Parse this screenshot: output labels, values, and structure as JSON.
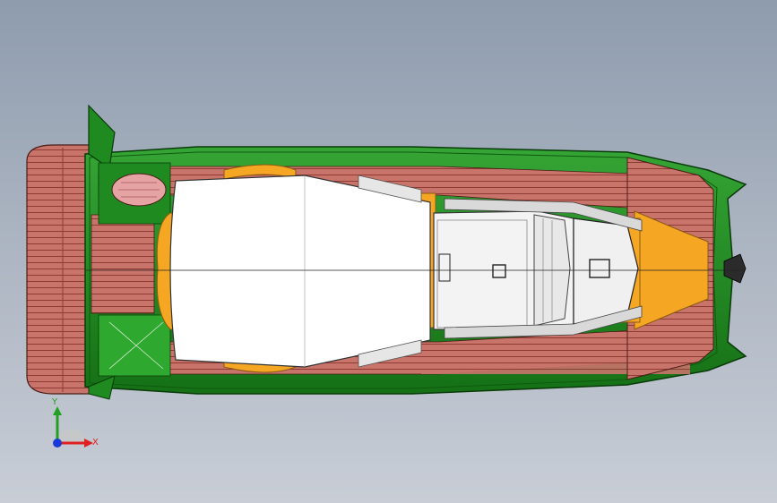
{
  "viewer": {
    "title": "",
    "model": "boat-hull-assembly-top-view"
  },
  "triad": {
    "x_label": "X",
    "y_label": "Y"
  },
  "colors": {
    "hull_green": "#1f8a1f",
    "hull_dark": "#0f5a0f",
    "deck_red": "#c9746a",
    "deck_line": "#8f3b33",
    "cushion_orange": "#f5a623",
    "canopy_white": "#ffffff",
    "console_white": "#f3f3f3",
    "bg_top": "#8e9cae",
    "bg_bottom": "#c8cdd6",
    "axis_x": "#e02020",
    "axis_y": "#22a022",
    "axis_z": "#1a3ad8"
  },
  "icons": {
    "triad": "coordinate-triad-icon",
    "hatch": "deck-hatch-icon"
  }
}
